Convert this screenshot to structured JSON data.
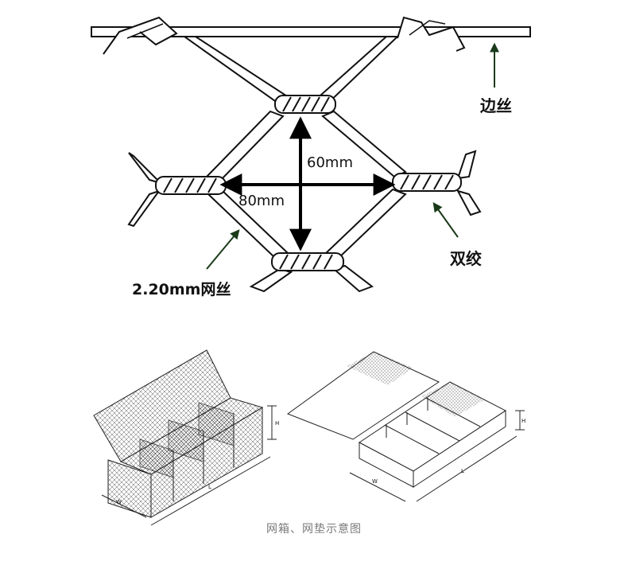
{
  "labels": {
    "dim_60": "60mm",
    "dim_80": "80mm",
    "edge_wire": "边丝",
    "double_twist": "双绞",
    "mesh_wire": "2.20mm网丝",
    "box_dim_h": "H",
    "box_dim_w": "W",
    "box_dim_l": "L",
    "mat_dim_h": "H",
    "mat_dim_w": "W",
    "mat_dim_l": "L"
  },
  "caption": "网箱、网垫示意图",
  "colors": {
    "wire_stroke": "#111111",
    "arrow_green": "#1a3a1a",
    "caption_gray": "#7a7a7a"
  }
}
